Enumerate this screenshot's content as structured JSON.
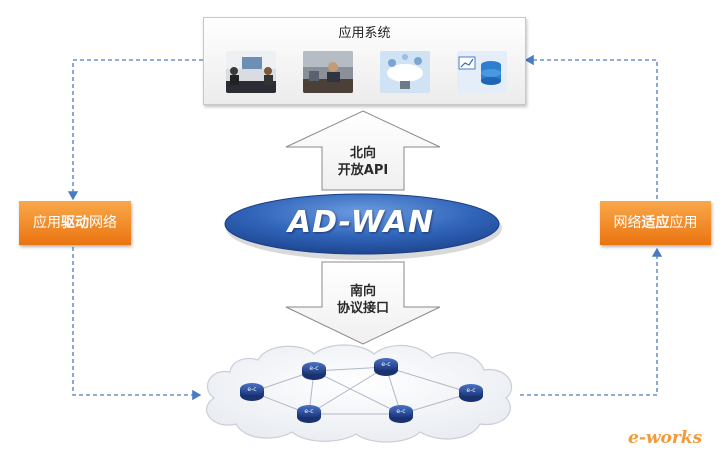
{
  "app_system": {
    "title": "应用系统",
    "thumbnails": [
      "meeting-photo-icon",
      "office-photo-icon",
      "cloud-network-icon",
      "database-chart-icon"
    ]
  },
  "left_box": {
    "prefix": "应用",
    "bold": "驱动",
    "suffix": "网络"
  },
  "right_box": {
    "prefix": "网络",
    "bold": "适应",
    "suffix": "应用"
  },
  "north": {
    "line1": "北向",
    "line2": "开放API"
  },
  "south": {
    "line1": "南向",
    "line2": "协议接口"
  },
  "center": {
    "label": "AD-WAN"
  },
  "network": {
    "node_label": "e-c",
    "node_count": 6
  },
  "watermark": "e-works",
  "colors": {
    "orange": "#ef8a24",
    "ellipse": "#2f63b8",
    "arrow_dash": "#4a7cc4",
    "node": "#2d4fa0"
  }
}
